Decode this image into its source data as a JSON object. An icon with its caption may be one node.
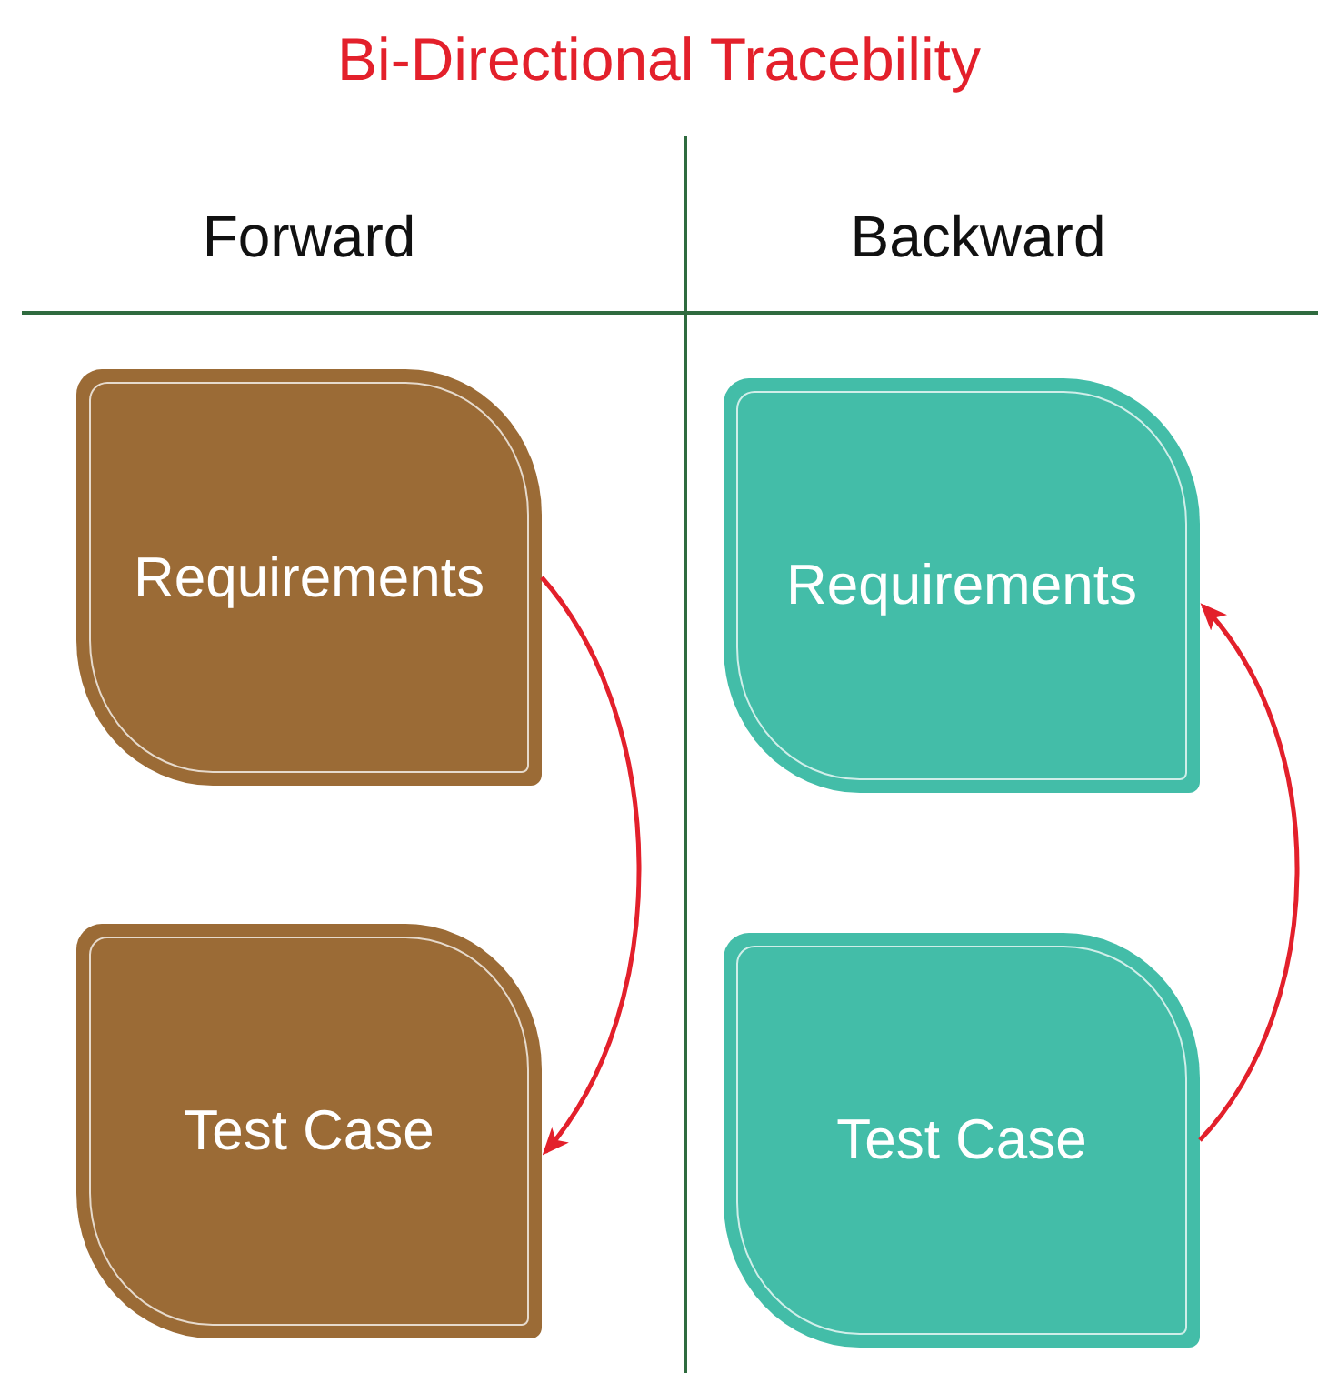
{
  "diagram": {
    "title": "Bi-Directional Tracebility",
    "nodes": [
      {
        "text": [
          "Requirements"
        ]
      },
      {
        "text": [
          "Test Case"
        ]
      },
      {
        "text": [
          "Requirements"
        ]
      },
      {
        "text": [
          "Test Case"
        ]
      }
    ],
    "edges": [
      {
        "from": 0,
        "to": 1,
        "arrow": "to",
        "color": "#e3202b"
      },
      {
        "from": 3,
        "to": 2,
        "arrow": "to",
        "color": "#e3202b"
      }
    ],
    "labels": [
      "Forward",
      "Backward"
    ]
  }
}
